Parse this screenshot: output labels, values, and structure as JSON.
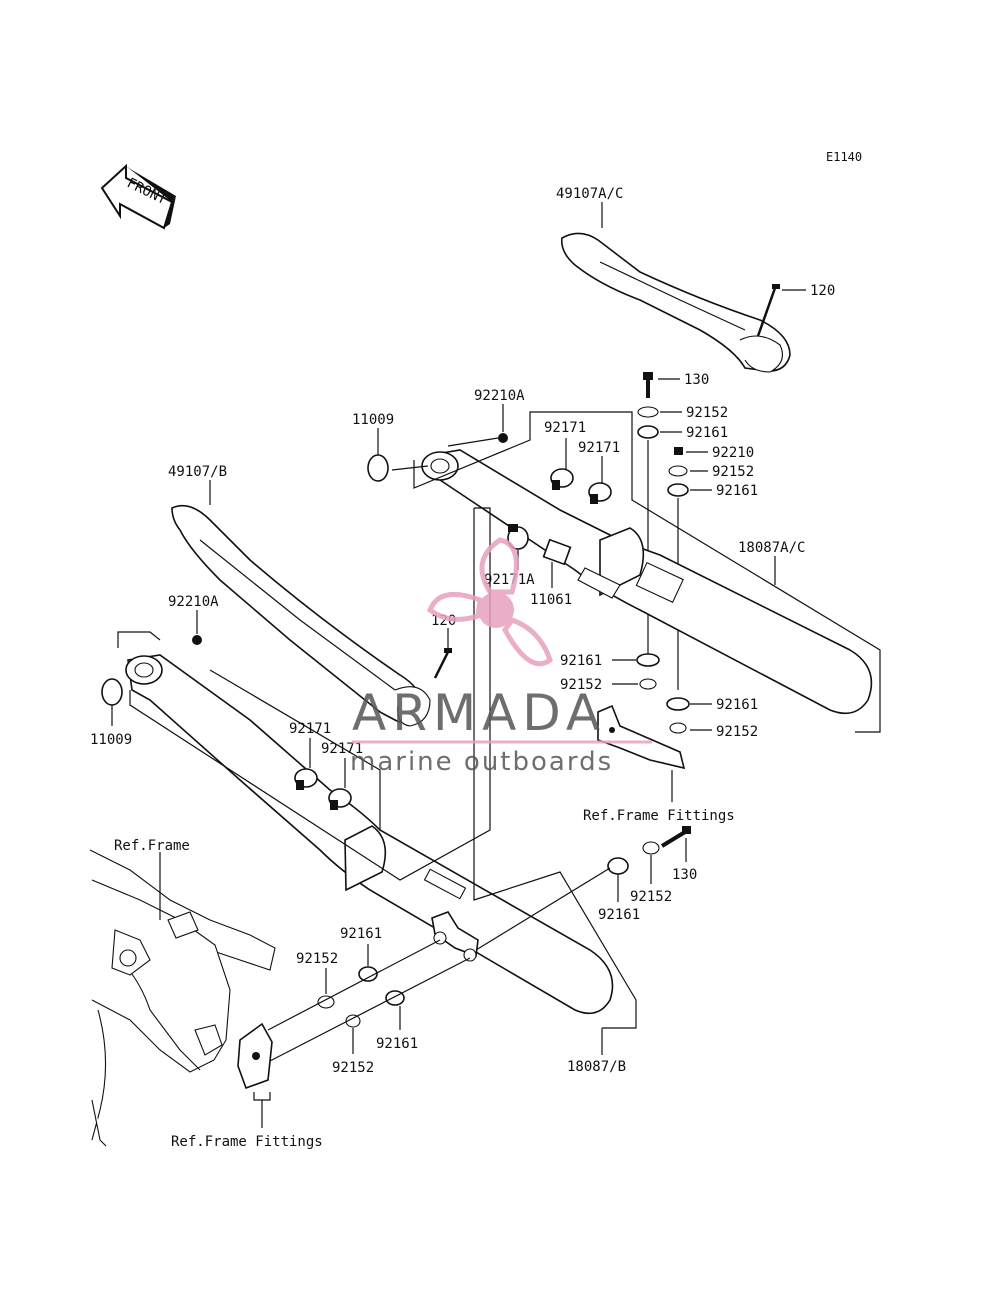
{
  "diagram": {
    "code": "E1140",
    "front_label": "FRONT",
    "labels": {
      "cover_ac": "49107A/C",
      "cover_b": "49107/B",
      "muffler_ac": "18087A/C",
      "muffler_b": "18087/B",
      "gasket_top": "11009",
      "gasket_bottom": "11009",
      "nut_top": "92210A",
      "nut_bottom": "92210A",
      "screw_top": "120",
      "screw_mid": "120",
      "bolt_top": "130",
      "bolt_bottom": "130",
      "washer_a": "92152",
      "grommet_a": "92161",
      "nut_small": "92210",
      "washer_b": "92152",
      "grommet_b": "92161",
      "clamp_a1": "92171",
      "clamp_a2": "92171",
      "clamp_a3": "92171A",
      "collar": "11061",
      "grommet_c": "92161",
      "washer_c": "92152",
      "grommet_d": "92161",
      "washer_d": "92152",
      "ref_frame_fittings_right": "Ref.Frame Fittings",
      "clamp_b1": "92171",
      "clamp_b2": "92171",
      "ref_frame": "Ref.Frame",
      "grommet_e": "92161",
      "washer_e": "92152",
      "grommet_f": "92161",
      "washer_f": "92152",
      "washer_g": "92152",
      "grommet_g": "92161",
      "ref_frame_fittings_bottom": "Ref.Frame Fittings"
    }
  },
  "watermark": {
    "brand": "ARMADA",
    "tagline": "marine outboards",
    "accent_color": "#e8a0c0"
  }
}
